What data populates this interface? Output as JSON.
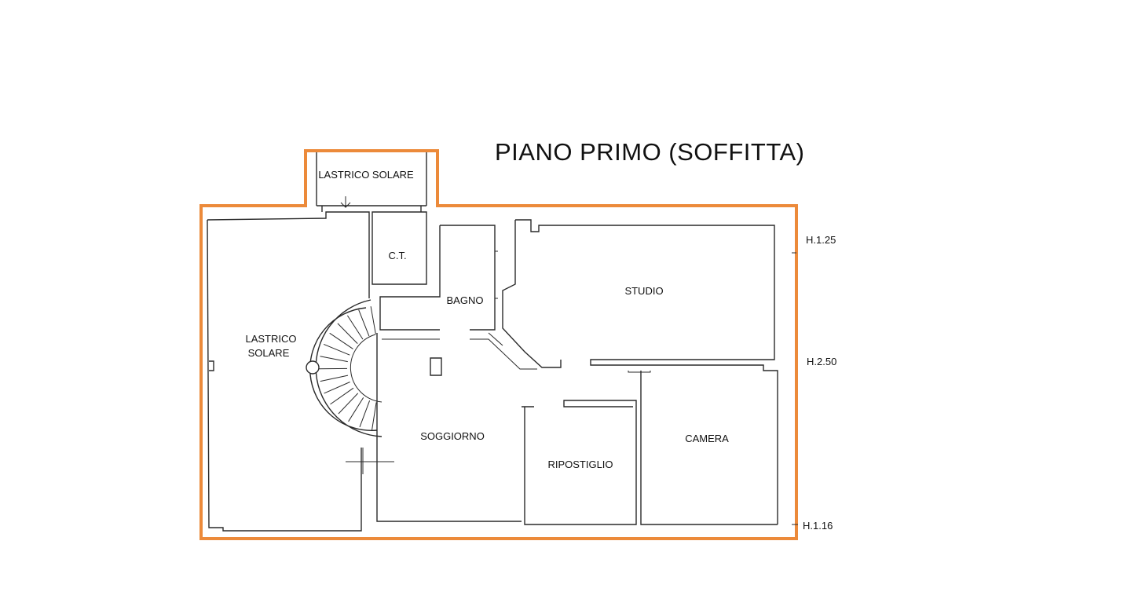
{
  "title": "PIANO PRIMO (SOFFITTA)",
  "colors": {
    "boundary": "#ec8a3a",
    "walls": "#2a2a2a",
    "background": "#ffffff"
  },
  "rooms": {
    "lastrico_top": "LASTRICO SOLARE",
    "ct": "C.T.",
    "bagno": "BAGNO",
    "studio": "STUDIO",
    "lastrico_left_line1": "LASTRICO",
    "lastrico_left_line2": "SOLARE",
    "soggiorno": "SOGGIORNO",
    "ripostiglio": "RIPOSTIGLIO",
    "camera": "CAMERA"
  },
  "heights": {
    "h1": "H.1.25",
    "h2": "H.2.50",
    "h3": "H.1.16"
  },
  "icons": {
    "stair": "spiral-staircase-icon",
    "entry": "entry-arrow-icon"
  }
}
